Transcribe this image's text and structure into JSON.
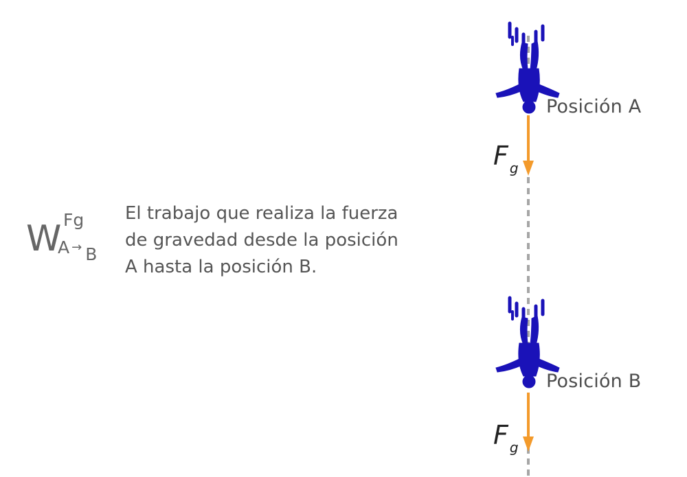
{
  "positions": {
    "a_label": "Posición A",
    "b_label": "Posición B"
  },
  "force": {
    "symbol": "F",
    "subscript": "g"
  },
  "work": {
    "symbol": "W",
    "superscript": "Fg",
    "from": "A",
    "arrow": "→",
    "to": "B"
  },
  "description": {
    "lines": [
      "El trabajo que realiza la fuerza",
      "de gravedad desde la posición",
      "A hasta la posición B."
    ]
  },
  "colors": {
    "skydiver": "#1a12b8",
    "force_arrow": "#f39a2b",
    "trajectory": "#a6a6a6",
    "text": "#555555"
  },
  "icons": {
    "skydiver": "falling-person-icon",
    "force": "downward-arrow-icon"
  }
}
